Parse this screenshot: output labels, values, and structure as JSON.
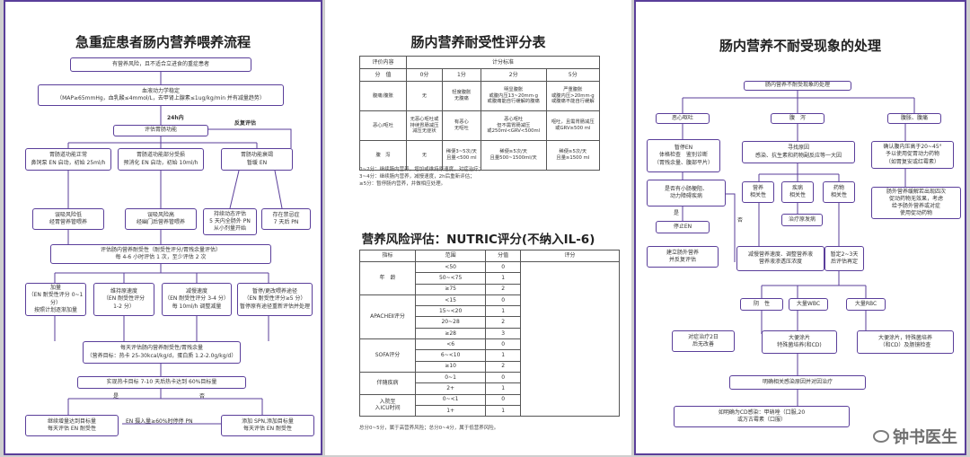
{
  "panel1": {
    "title": "急重症患者肠内营养喂养流程",
    "n1": "有营养风险，且不适合立进食的重症患者",
    "n2a": "血液动力学稳定",
    "n2b": "（MAP≥65mmHg，血乳酸≤4mmol/L，去甲肾上腺素≤1ug/kg/min 并有减量趋势）",
    "hours": "24h内",
    "n3": "评估胃肠功能",
    "feedback": "反复评估",
    "n4a1": "胃肠道功能正常",
    "n4a2": "鼻饲泵 EN 启动，初始 25ml/h",
    "n4b1": "胃肠道功能部分受损",
    "n4b2": "预消化 EN 启动，初始 10ml/h",
    "n4c1": "胃肠功能衰竭",
    "n4c2": "暂缓 EN",
    "n5a1": "误吸风险低",
    "n5a2": "经胃营养管喂养",
    "n5b1": "误吸风险高",
    "n5b2": "经幽门后营养管喂养",
    "n5c1": "持续动态评估",
    "n5c2": "5 天内全肠外 PN",
    "n5c3": "从小剂量开始",
    "n5d1": "存在禁忌症",
    "n5d2": "7 天后 PN",
    "n6a": "评估肠内营养耐受性（耐受性评分/胃残余量评估）",
    "n6b": "每 4-6 小时评估 1 次，至少评估 2 次",
    "n7a1": "加量",
    "n7a2": "（EN 耐受性评分 0~1 分）",
    "n7a3": "按照计划逐渐加量",
    "n7b1": "维持原速度",
    "n7b2": "（EN 耐受性评分",
    "n7b3": "1-2 分）",
    "n7c1": "减慢速度",
    "n7c2": "（EN 耐受性评分 3-4 分）",
    "n7c3": "每 10ml/h 调整减量",
    "n7d1": "暂停/更改喂养途径",
    "n7d2": "（EN 耐受性评分≥5 分）",
    "n7d3": "暂停原有途径重新评估并处理",
    "n8a": "每天评估肠内营养耐受性/胃残余量",
    "n8b": "（营养目标：热卡 25-30kcal/kg/d，蛋白质 1.2-2.0g/kg/d）",
    "n9": "实现热卡目标 7-10 天后热卡达到 60%目标量",
    "yes": "是",
    "no": "否",
    "n10a1": "继续增量达到目标量",
    "n10a2": "每天评估 EN 耐受性",
    "mid": "EN 摄入量≥60%时停停 PN",
    "n10b1": "添加 SPN,添加目标量",
    "n10b2": "每天评估 EN 耐受性"
  },
  "panel2": {
    "title1": "肠内营养耐受性评分表",
    "t1": {
      "h_item": "评价内容",
      "h_std": "计分标准",
      "row_head": [
        "分　值",
        "0分",
        "1分",
        "2分",
        "5分"
      ],
      "rows": [
        {
          "label": "腹痛/腹胀",
          "c0": "无",
          "c1": "轻度腹胀\n无腹痛",
          "c2": "明显腹胀\n或腹内压13~20mm·g\n或腹痛能自行缓解的腹痛",
          "c5": "严重腹胀\n或腹内压>20mm·g\n或腹痛不能自行缓解"
        },
        {
          "label": "恶心/呕吐",
          "c0": "无恶心呕吐或\n持续胃肠减压\n减压无症状",
          "c1": "有恶心\n无呕吐",
          "c2": "恶心呕吐\n但不需胃肠减压\n或250ml<GRV<500ml",
          "c5": "呕吐，且需胃肠减压\n或GRV≥500 ml"
        },
        {
          "label": "腹　泻",
          "c0": "无",
          "c1": "稀便3~5次/天\n且量<500 ml",
          "c2": "稀便≥5次/天\n且量500~1500ml/天",
          "c5": "稀便≥5次/天\n且量≥1500 ml"
        }
      ]
    },
    "notes1": [
      "0~2分：继续肠内营养，增加或维持原速度，对症治疗；",
      "3~4分：继续肠内营养，减慢速度，2h后重新评估；",
      "≥5分：暂停肠内营养，并做相应处理。"
    ],
    "title2": "营养风险评估：NUTRIC评分(不纳入IL-6)",
    "t2": {
      "headers": [
        "指标",
        "范围",
        "分值",
        "评分"
      ],
      "groups": [
        {
          "name": "年　龄",
          "rows": [
            [
              "<50",
              "0"
            ],
            [
              "50~<75",
              "1"
            ],
            [
              "≥75",
              "2"
            ]
          ]
        },
        {
          "name": "APACHEⅡ评分",
          "rows": [
            [
              "<15",
              "0"
            ],
            [
              "15~<20",
              "1"
            ],
            [
              "20~28",
              "2"
            ],
            [
              "≥28",
              "3"
            ]
          ]
        },
        {
          "name": "SOFA评分",
          "rows": [
            [
              "<6",
              "0"
            ],
            [
              "6~<10",
              "1"
            ],
            [
              "≥10",
              "2"
            ]
          ]
        },
        {
          "name": "伴随疾病",
          "rows": [
            [
              "0~1",
              "0"
            ],
            [
              "2+",
              "1"
            ]
          ]
        },
        {
          "name": "入院至\n入ICU时间",
          "rows": [
            [
              "0~<1",
              "0"
            ],
            [
              "1+",
              "1"
            ]
          ]
        }
      ]
    },
    "note2": "总分0~5分，属于高营养风险；总分0~4分，属于低营养风险。"
  },
  "panel3": {
    "title": "肠内营养不耐受现象的处理",
    "top": "肠内营养不耐受现象的处理",
    "a1": "恶心呕吐",
    "b1": "腹　泻",
    "c1": "腹胀、腹痛",
    "a2a": "暂停EN",
    "a2b": "体格检查　鉴别诊断",
    "a2c": "（胃残余量、腹部平片）",
    "b2a": "寻找原因",
    "b2b": "感染、抗生素和药物副反应等一大因",
    "c2a": "确认腹内压高于20~45°",
    "c2b": "予以使用促胃动力药物",
    "c2c": "（如胃复安或红霉素）",
    "a3a": "是否有小肠梗阻、",
    "a3b": "动力障碍疾病",
    "yes": "是",
    "no": "否",
    "b3a1": "营养",
    "b3a2": "相关性",
    "b3b1": "疾病",
    "b3b2": "相关性",
    "b3c1": "药物",
    "b3c2": "相关性",
    "c3a": "肠外营养缓解若出现四次",
    "c3b": "促动药物无效果，考虑",
    "c3c": "给予肠外营养或对症",
    "c3d": "使用促动药物",
    "a4": "停止EN",
    "b4": "治疗原发病",
    "a5a": "建立肠外营养",
    "a5b": "并反复评估",
    "b5a": "减慢营养速度、调整营养液",
    "b5b": "营养液渗透压浓度",
    "b5c1": "暂定2~3天",
    "b5c2": "后评估再定",
    "d1": "阴　性",
    "d2": "大量WBC",
    "d3": "大量RBC",
    "e1a": "对症治疗2日",
    "e1b": "后无改善",
    "e2a": "大便涂片",
    "e2b": "特殊菌培养(和CD)",
    "e3a": "大便涂片，特殊菌培养",
    "e3b": "（和CD）及肠镜检查",
    "f1": "明确相关感染原因并对因治疗",
    "g1a": "如明确为CD感染：甲硝唑（口服,20",
    "g1b": "或万古霉素（口服）",
    "watermark": "钟书医生"
  }
}
